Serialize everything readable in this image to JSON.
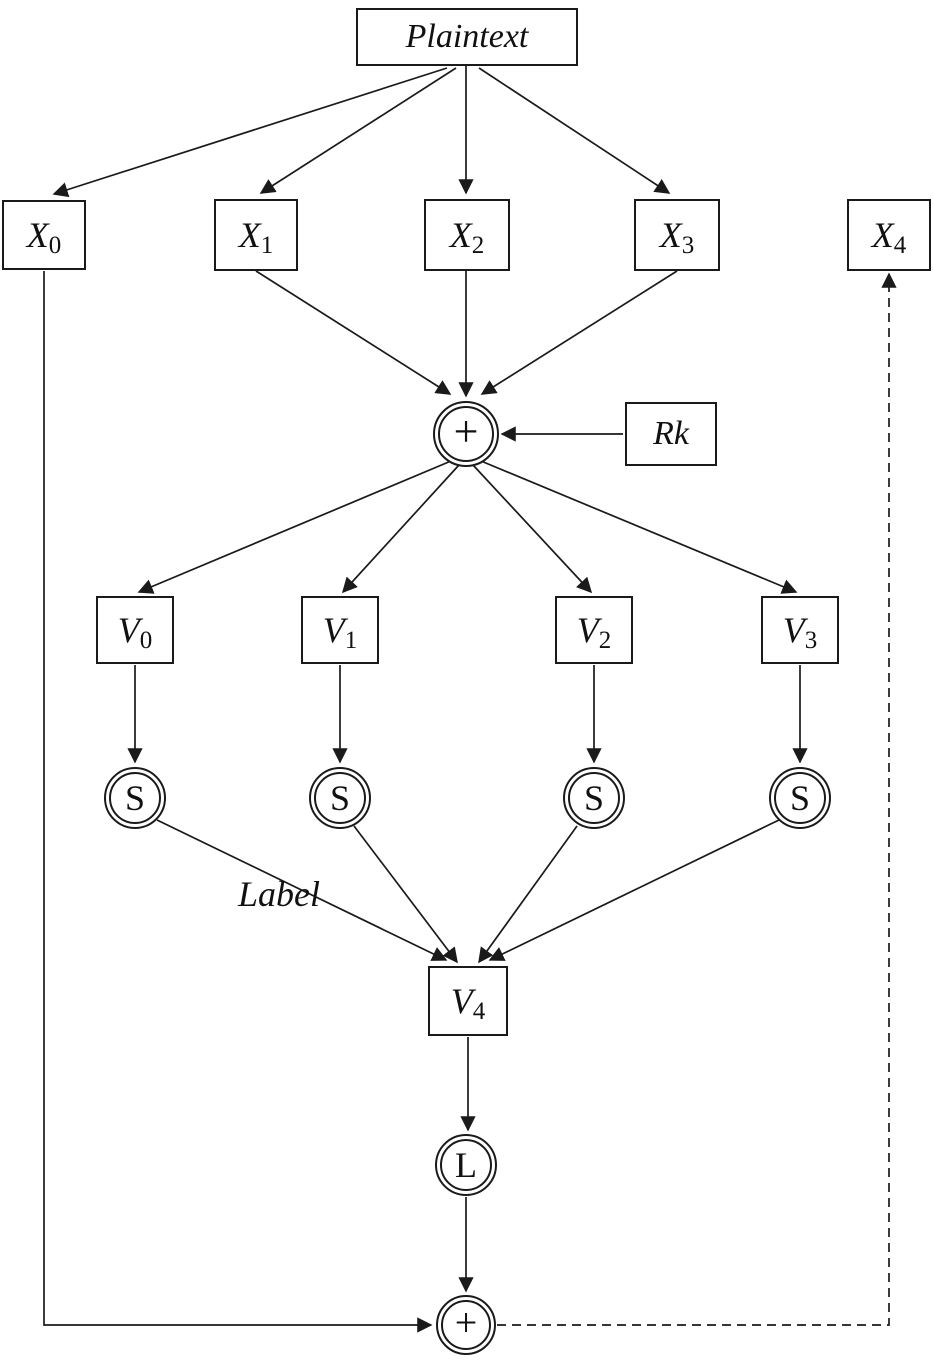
{
  "diagram": {
    "ink_color": "#1a1a1a",
    "background_color": "#ffffff",
    "plaintext_label": "Plaintext",
    "label_annotation": "Label",
    "rk_label": "Rk",
    "xor_symbol": "+",
    "s_symbol": "S",
    "l_symbol": "L",
    "x_nodes": [
      {
        "base": "X",
        "sub": "0"
      },
      {
        "base": "X",
        "sub": "1"
      },
      {
        "base": "X",
        "sub": "2"
      },
      {
        "base": "X",
        "sub": "3"
      },
      {
        "base": "X",
        "sub": "4"
      }
    ],
    "v_nodes": [
      {
        "base": "V",
        "sub": "0"
      },
      {
        "base": "V",
        "sub": "1"
      },
      {
        "base": "V",
        "sub": "2"
      },
      {
        "base": "V",
        "sub": "3"
      },
      {
        "base": "V",
        "sub": "4"
      }
    ],
    "edges": [
      {
        "from": "Plaintext",
        "to": "X0",
        "style": "solid"
      },
      {
        "from": "Plaintext",
        "to": "X1",
        "style": "solid"
      },
      {
        "from": "Plaintext",
        "to": "X2",
        "style": "solid"
      },
      {
        "from": "Plaintext",
        "to": "X3",
        "style": "solid"
      },
      {
        "from": "X1",
        "to": "xor-top",
        "style": "solid"
      },
      {
        "from": "X2",
        "to": "xor-top",
        "style": "solid"
      },
      {
        "from": "X3",
        "to": "xor-top",
        "style": "solid"
      },
      {
        "from": "Rk",
        "to": "xor-top",
        "style": "solid"
      },
      {
        "from": "xor-top",
        "to": "V0",
        "style": "solid"
      },
      {
        "from": "xor-top",
        "to": "V1",
        "style": "solid"
      },
      {
        "from": "xor-top",
        "to": "V2",
        "style": "solid"
      },
      {
        "from": "xor-top",
        "to": "V3",
        "style": "solid"
      },
      {
        "from": "V0",
        "to": "S0",
        "style": "solid"
      },
      {
        "from": "V1",
        "to": "S1",
        "style": "solid"
      },
      {
        "from": "V2",
        "to": "S2",
        "style": "solid"
      },
      {
        "from": "V3",
        "to": "S3",
        "style": "solid"
      },
      {
        "from": "S0",
        "to": "V4",
        "style": "solid"
      },
      {
        "from": "S1",
        "to": "V4",
        "style": "solid"
      },
      {
        "from": "S2",
        "to": "V4",
        "style": "solid"
      },
      {
        "from": "S3",
        "to": "V4",
        "style": "solid"
      },
      {
        "from": "V4",
        "to": "L",
        "style": "solid"
      },
      {
        "from": "L",
        "to": "xor-bottom",
        "style": "solid"
      },
      {
        "from": "X0",
        "to": "xor-bottom",
        "style": "solid"
      },
      {
        "from": "xor-bottom",
        "to": "X4",
        "style": "dashed"
      }
    ]
  }
}
